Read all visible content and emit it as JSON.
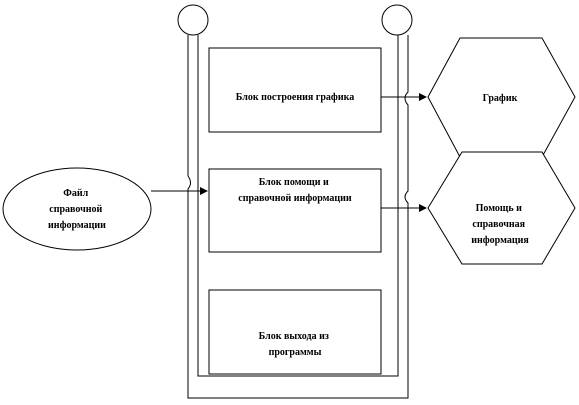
{
  "diagram": {
    "blocks": {
      "graph_block": {
        "lines": [
          "Блок построения графика"
        ]
      },
      "help_block": {
        "lines": [
          "Блок помощи и",
          "справочной информации"
        ]
      },
      "exit_block": {
        "lines": [
          "Блок выхода из",
          "программы"
        ]
      }
    },
    "file": {
      "lines": [
        "Файл",
        "справочной",
        "информации"
      ]
    },
    "outputs": {
      "graph": {
        "lines": [
          "График"
        ]
      },
      "help": {
        "lines": [
          "Помощь и",
          "справочная",
          "информация"
        ]
      }
    }
  }
}
